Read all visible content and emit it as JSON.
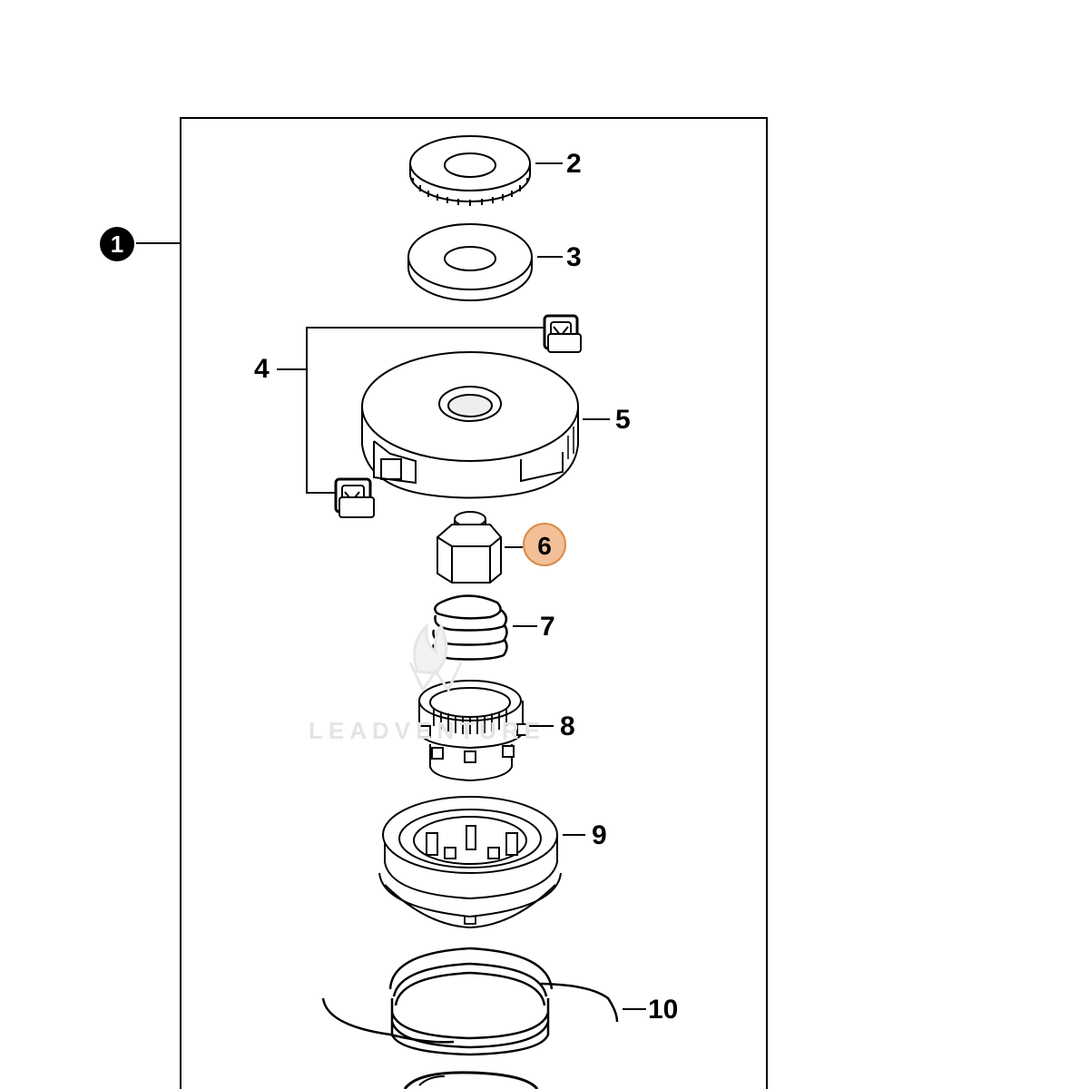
{
  "callouts": {
    "assembly": "1",
    "part2": "2",
    "part3": "3",
    "part4": "4",
    "part5": "5",
    "part6": "6",
    "part7": "7",
    "part8": "8",
    "part9": "9",
    "part10": "10"
  },
  "watermark": "LEADVENTURE",
  "colors": {
    "line": "#000000",
    "highlight_fill": "#f2bf98",
    "highlight_border": "#d98b48"
  }
}
